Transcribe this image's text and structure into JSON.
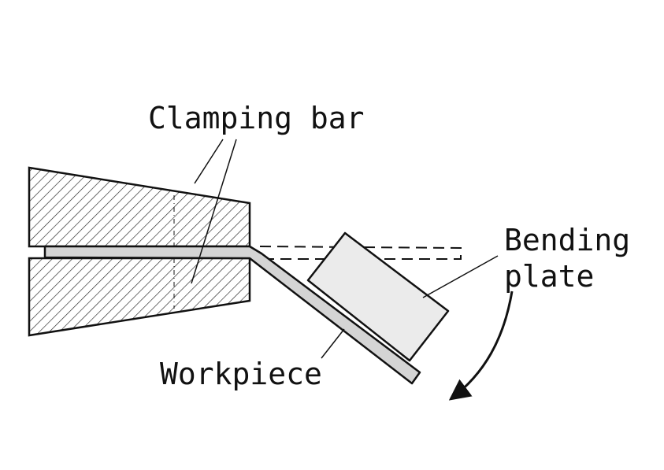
{
  "labels": {
    "clamping_bar": "Clamping bar",
    "bending_plate_line1": "Bending",
    "bending_plate_line2": "plate",
    "workpiece": "Workpiece"
  },
  "colors": {
    "stroke": "#111111",
    "workpiece_fill": "#d4d4d4",
    "plate_fill": "#ebebeb",
    "hatch": "#222222",
    "background": "#ffffff"
  }
}
